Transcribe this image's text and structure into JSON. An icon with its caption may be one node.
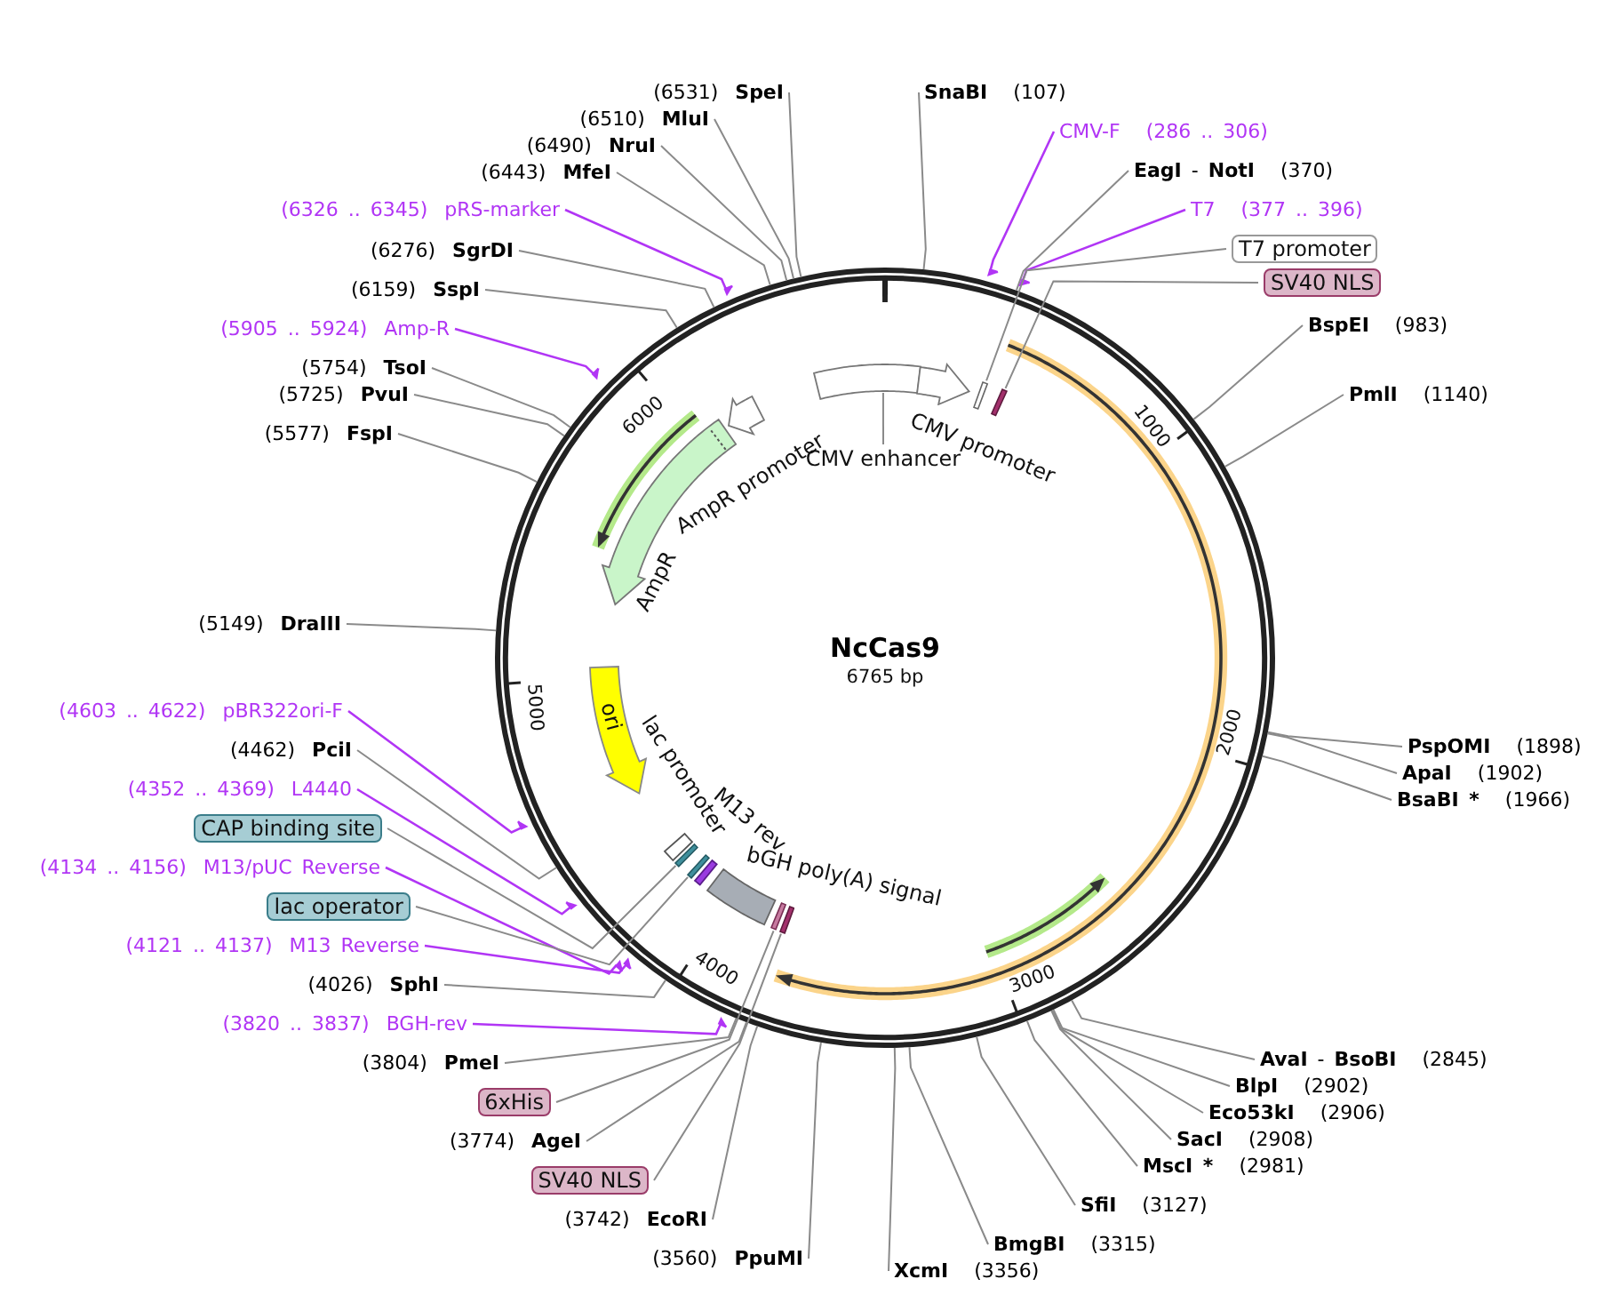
{
  "diagram": {
    "title": "NcCas9",
    "nodes": [
      {
        "text": [
          "(6531)",
          "SpeI"
        ]
      },
      {
        "text": [
          "(6510)",
          "MluI"
        ]
      },
      {
        "text": [
          "(6490)",
          "NruI"
        ]
      },
      {
        "text": [
          "(6443)",
          "MfeI"
        ]
      },
      {
        "text": [
          "(6326 .. 6345)",
          "pRS-marker"
        ]
      },
      {
        "text": [
          "(6276)",
          "SgrDI"
        ]
      },
      {
        "text": [
          "(6159)",
          "SspI"
        ]
      },
      {
        "text": [
          "(5905 .. 5924)",
          "Amp-R"
        ]
      },
      {
        "text": [
          "(5754)",
          "TsoI"
        ]
      },
      {
        "text": [
          "(5725)",
          "PvuI"
        ]
      },
      {
        "text": [
          "(5577)",
          "FspI"
        ]
      },
      {
        "text": [
          "(5149)",
          "DraIII"
        ]
      },
      {
        "text": [
          "(4603 .. 4622)",
          "pBR322ori-F"
        ]
      },
      {
        "text": [
          "(4462)",
          "PciI"
        ]
      },
      {
        "text": [
          "(4352 .. 4369)",
          "L4440"
        ]
      },
      {
        "text": [
          "CAP binding site"
        ]
      },
      {
        "text": [
          "(4134 .. 4156)",
          "M13/pUC Reverse"
        ]
      },
      {
        "text": [
          "lac operator"
        ]
      },
      {
        "text": [
          "(4121 .. 4137)",
          "M13 Reverse"
        ]
      },
      {
        "text": [
          "(4026)",
          "SphI"
        ]
      },
      {
        "text": [
          "(3820 .. 3837)",
          "BGH-rev"
        ]
      },
      {
        "text": [
          "(3804)",
          "PmeI"
        ]
      },
      {
        "text": [
          "6xHis"
        ]
      },
      {
        "text": [
          "(3774)",
          "AgeI"
        ]
      },
      {
        "text": [
          "SV40 NLS"
        ]
      },
      {
        "text": [
          "(3742)",
          "EcoRI"
        ]
      },
      {
        "text": [
          "(3560)",
          "PpuMI"
        ]
      },
      {
        "text": [
          "XcmI",
          "(3356)"
        ]
      },
      {
        "text": [
          "BmgBI",
          "(3315)"
        ]
      },
      {
        "text": [
          "SfiI",
          "(3127)"
        ]
      },
      {
        "text": [
          "MscI *",
          "(2981)"
        ]
      },
      {
        "text": [
          "SacI",
          "(2908)"
        ]
      },
      {
        "text": [
          "Eco53kI",
          "(2906)"
        ]
      },
      {
        "text": [
          "BlpI",
          "(2902)"
        ]
      },
      {
        "text": [
          "**AvaI** - **BsoBI**",
          "(2845)"
        ]
      },
      {
        "text": [
          "PspOMI",
          "(1898)"
        ]
      },
      {
        "text": [
          "ApaI",
          "(1902)"
        ]
      },
      {
        "text": [
          "BsaBI *",
          "(1966)"
        ]
      },
      {
        "text": [
          "SnaBI",
          "(107)"
        ]
      },
      {
        "text": [
          "CMV-F",
          "(286 .. 306)"
        ]
      },
      {
        "text": [
          "**EagI** - **NotI**",
          "(370)"
        ]
      },
      {
        "text": [
          "T7",
          "(377 .. 396)"
        ]
      },
      {
        "text": [
          "T7 promoter"
        ]
      },
      {
        "text": [
          "SV40 NLS"
        ]
      },
      {
        "text": [
          "BspEI",
          "(983)"
        ]
      },
      {
        "text": [
          "PmlI",
          "(1140)"
        ]
      },
      {
        "text": [
          "CMV enhancer"
        ]
      },
      {
        "text": [],
        "shape": "box"
      },
      {
        "text": [
          "CMV promoter"
        ]
      },
      {
        "text": [],
        "shape": "bar"
      },
      {
        "text": [],
        "shape": "bar"
      },
      {
        "text": [
          "AmpR promoter"
        ]
      },
      {
        "text": [
          "AmpR"
        ]
      },
      {
        "text": [
          "ori"
        ]
      },
      {
        "text": [
          "lac promoter"
        ]
      },
      {
        "text": [],
        "shape": "bar"
      },
      {
        "text": [],
        "shape": "bar"
      },
      {
        "text": [
          "M13 rev"
        ]
      },
      {
        "text": [
          "bGH poly(A) signal"
        ]
      },
      {
        "text": [],
        "shape": "bar"
      },
      {
        "text": [],
        "shape": "bar"
      }
    ],
    "edges": [
      {
        "from": 0,
        "to": null,
        "arrow": "none"
      },
      {
        "from": 1,
        "to": null,
        "arrow": "none"
      },
      {
        "from": 2,
        "to": null,
        "arrow": "none"
      },
      {
        "from": 3,
        "to": null,
        "arrow": "none"
      },
      {
        "from": 4,
        "to": null,
        "arrow": "to",
        "color": "#b135f5"
      },
      {
        "from": 5,
        "to": null,
        "arrow": "none"
      },
      {
        "from": 6,
        "to": null,
        "arrow": "none"
      },
      {
        "from": 7,
        "to": null,
        "arrow": "to",
        "color": "#b135f5"
      },
      {
        "from": 8,
        "to": null,
        "arrow": "none"
      },
      {
        "from": 9,
        "to": null,
        "arrow": "none"
      },
      {
        "from": 10,
        "to": null,
        "arrow": "none"
      },
      {
        "from": 11,
        "to": null,
        "arrow": "none"
      },
      {
        "from": 12,
        "to": null,
        "arrow": "to",
        "color": "#b135f5"
      },
      {
        "from": 13,
        "to": null,
        "arrow": "none"
      },
      {
        "from": 14,
        "to": null,
        "arrow": "to",
        "color": "#b135f5"
      },
      {
        "from": 15,
        "to": 55,
        "arrow": "none"
      },
      {
        "from": 16,
        "to": null,
        "arrow": "to",
        "color": "#b135f5"
      },
      {
        "from": 17,
        "to": 56,
        "arrow": "none"
      },
      {
        "from": 18,
        "to": null,
        "arrow": "to",
        "color": "#b135f5"
      },
      {
        "from": 19,
        "to": null,
        "arrow": "none"
      },
      {
        "from": 20,
        "to": null,
        "arrow": "to",
        "color": "#b135f5"
      },
      {
        "from": 21,
        "to": null,
        "arrow": "none"
      },
      {
        "from": 22,
        "to": 60,
        "arrow": "none"
      },
      {
        "from": 23,
        "to": null,
        "arrow": "none"
      },
      {
        "from": 24,
        "to": 59,
        "arrow": "none"
      },
      {
        "from": 25,
        "to": null,
        "arrow": "none"
      },
      {
        "from": 26,
        "to": null,
        "arrow": "none"
      },
      {
        "from": 27,
        "to": null,
        "arrow": "none"
      },
      {
        "from": 28,
        "to": null,
        "arrow": "none"
      },
      {
        "from": 29,
        "to": null,
        "arrow": "none"
      },
      {
        "from": 30,
        "to": null,
        "arrow": "none"
      },
      {
        "from": 31,
        "to": null,
        "arrow": "none"
      },
      {
        "from": 32,
        "to": null,
        "arrow": "none"
      },
      {
        "from": 33,
        "to": null,
        "arrow": "none"
      },
      {
        "from": 34,
        "to": null,
        "arrow": "none"
      },
      {
        "from": 35,
        "to": null,
        "arrow": "none"
      },
      {
        "from": 36,
        "to": null,
        "arrow": "none"
      },
      {
        "from": 37,
        "to": null,
        "arrow": "none"
      },
      {
        "from": 38,
        "to": null,
        "arrow": "none"
      },
      {
        "from": 39,
        "to": null,
        "arrow": "to",
        "color": "#b135f5"
      },
      {
        "from": 40,
        "to": null,
        "arrow": "none"
      },
      {
        "from": 41,
        "to": null,
        "arrow": "to",
        "color": "#b135f5"
      },
      {
        "from": 42,
        "to": 49,
        "arrow": "none"
      },
      {
        "from": 43,
        "to": 50,
        "arrow": "none"
      },
      {
        "from": 44,
        "to": null,
        "arrow": "none"
      },
      {
        "from": 45,
        "to": null,
        "arrow": "none"
      },
      {
        "from": 46,
        "to": 47,
        "arrow": "none"
      }
    ],
    "labels": [
      "6000",
      "1000",
      "6765 bp",
      "5000",
      "2000",
      "4000",
      "3000"
    ]
  }
}
